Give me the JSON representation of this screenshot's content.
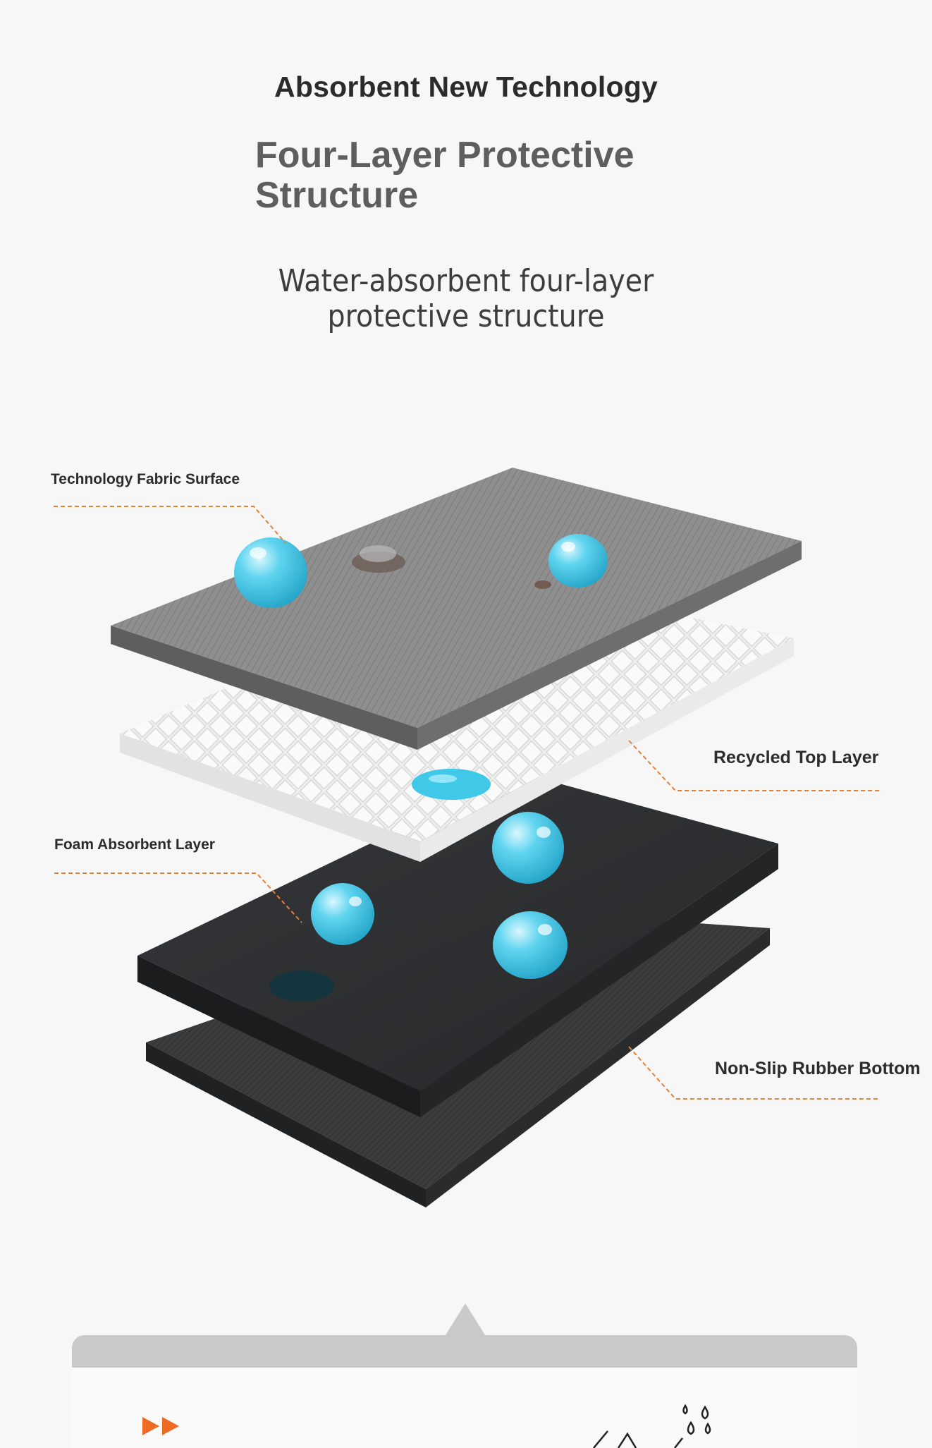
{
  "heading": {
    "main": "Absorbent New Technology",
    "sub": "Four-Layer Protective Structure",
    "desc_line1": "Water-absorbent four-layer",
    "desc_line2": "protective structure"
  },
  "layers": {
    "top_label": "Technology Fabric Surface",
    "second_label": "Recycled Top Layer",
    "third_label": "Foam Absorbent Layer",
    "bottom_label": "Non-Slip Rubber Bottom"
  },
  "colors": {
    "accent_orange": "#e6813a",
    "water_blue": "#33c4e6",
    "fabric_gray": "#8e8e8e",
    "recycled_white": "#f1f1f1",
    "foam_dark": "#2e3033",
    "rubber_dark": "#3a3b3d"
  },
  "icons": {
    "play": "double-play-icon",
    "drops": "water-drops-icon"
  }
}
